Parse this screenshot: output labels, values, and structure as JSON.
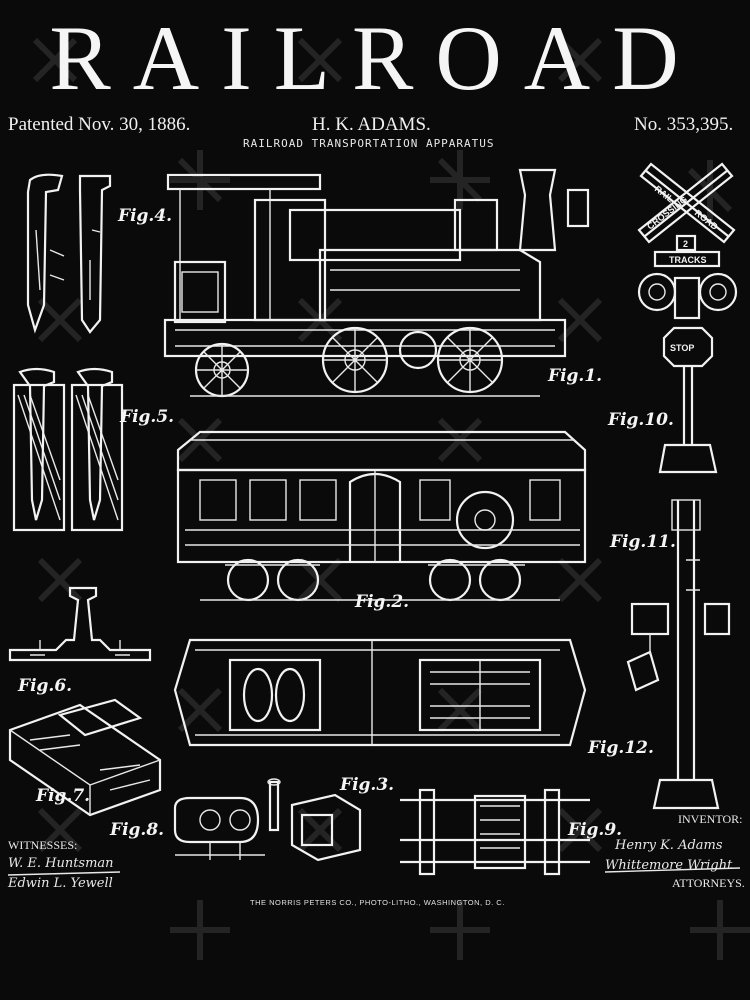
{
  "header": {
    "title": "RAILROAD",
    "patent_date": "Patented Nov. 30, 1886.",
    "inventor_name": "H. K. ADAMS.",
    "subtitle": "RAILROAD TRANSPORTATION APPARATUS",
    "patent_number": "No. 353,395."
  },
  "figures": {
    "fig1": "Fig.1.",
    "fig2": "Fig.2.",
    "fig3": "Fig.3.",
    "fig4": "Fig.4.",
    "fig5": "Fig.5.",
    "fig6": "Fig.6.",
    "fig7": "Fig.7.",
    "fig8": "Fig.8.",
    "fig9": "Fig.9.",
    "fig10": "Fig.10.",
    "fig11": "Fig.11.",
    "fig12": "Fig.12."
  },
  "sign": {
    "crossing_top": "RAIL",
    "crossing_mid": "CROSSING",
    "crossing_bottom": "ROAD",
    "tracks_number": "2",
    "tracks_label": "TRACKS",
    "stop": "STOP"
  },
  "footer": {
    "witnesses_label": "WITNESSES:",
    "witness_sig_1": "W. E. Huntsman",
    "witness_sig_2": "Edwin L. Yewell",
    "printer": "THE NORRIS PETERS CO., PHOTO-LITHO., WASHINGTON, D. C.",
    "inventor_label": "INVENTOR:",
    "inventor_sig": "Henry K. Adams",
    "attorney_sig": "Whittemore Wright",
    "attorneys_label": "ATTORNEYS."
  },
  "colors": {
    "background": "#0a0a0a",
    "ink": "#f2f2f2"
  }
}
